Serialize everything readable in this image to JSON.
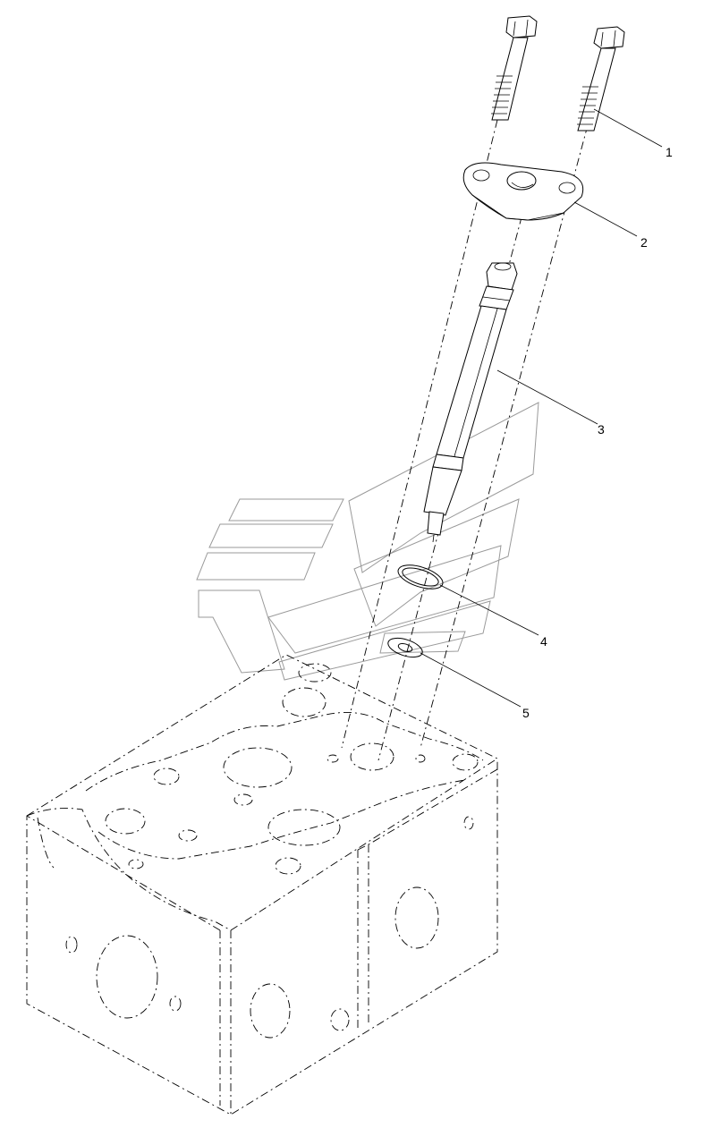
{
  "callouts": [
    {
      "id": "bolt",
      "label": "1"
    },
    {
      "id": "clamp",
      "label": "2"
    },
    {
      "id": "injector",
      "label": "3"
    },
    {
      "id": "o-ring",
      "label": "4"
    },
    {
      "id": "washer",
      "label": "5"
    }
  ]
}
